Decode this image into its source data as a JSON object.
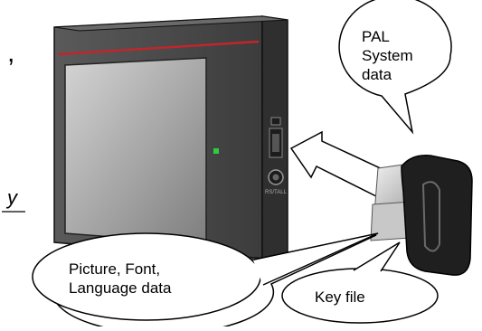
{
  "callouts": {
    "pal_line1": "PAL",
    "pal_line2": "System",
    "pal_line3": "data",
    "picture_line1": "Picture, Font,",
    "picture_line2": "Language data",
    "keyfile": "Key file"
  },
  "device": {
    "port_label": "RS/TALL"
  },
  "stray_marks": {
    "comma": ",",
    "slash": "y"
  },
  "colors": {
    "device_body": "#4a4a4a",
    "device_side": "#2f2f2f",
    "screen": "#a8a8a8",
    "accent_stripe": "#c0262b",
    "led": "#2ecc40",
    "outline": "#000000"
  },
  "icons": [
    "usb-key-icon",
    "insert-arrow-icon"
  ]
}
